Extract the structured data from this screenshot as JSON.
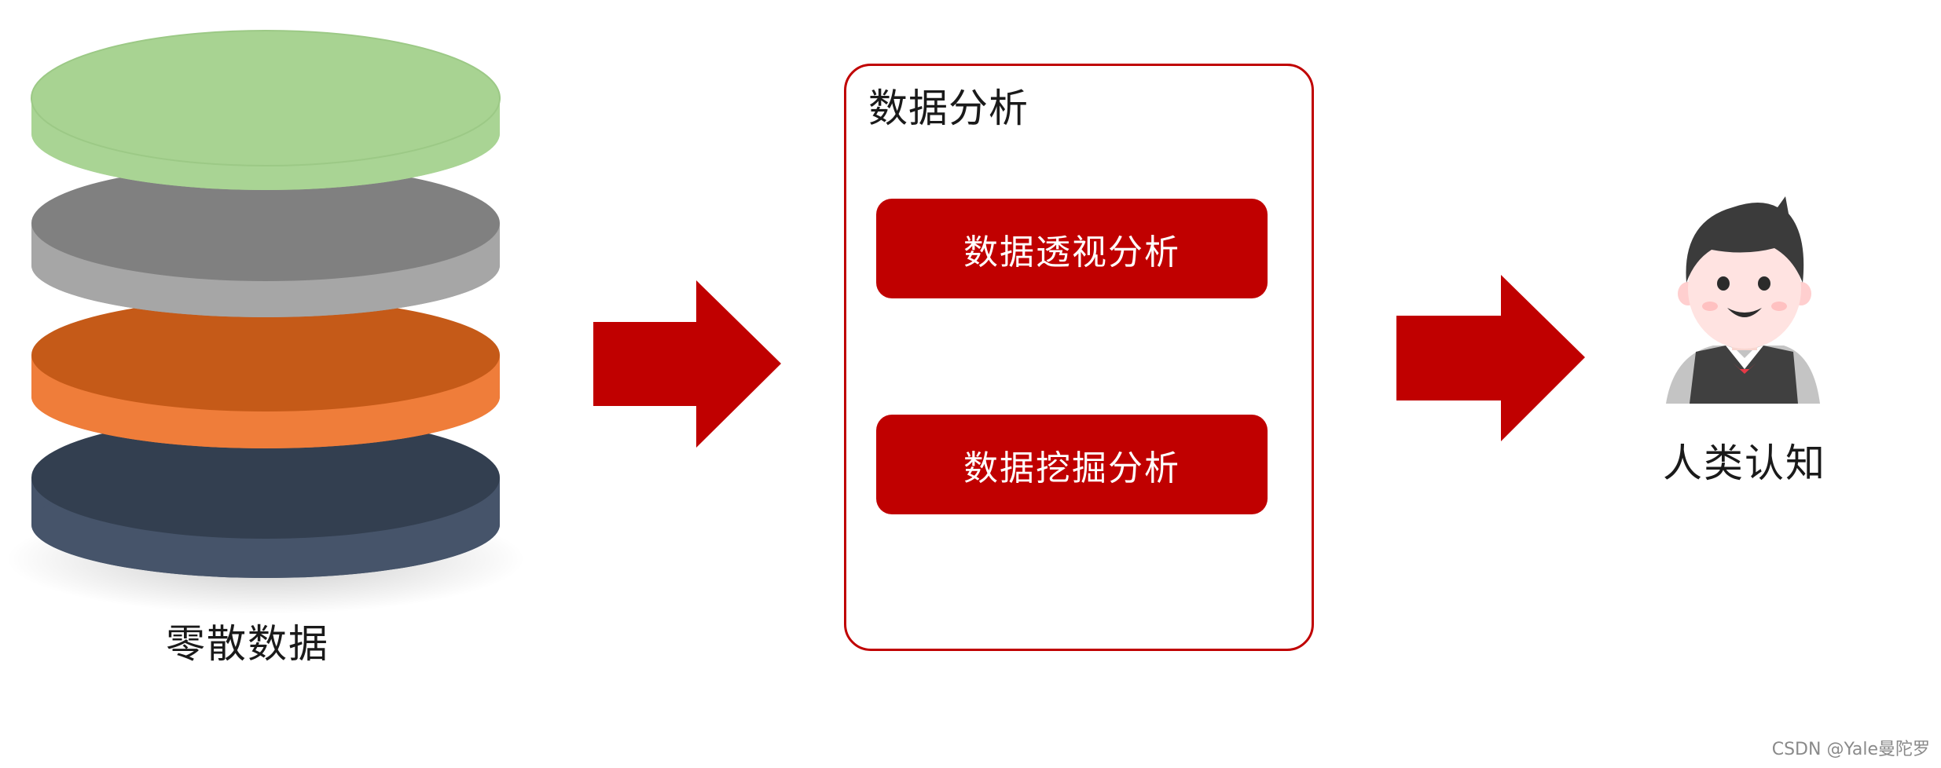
{
  "stack": {
    "label": "零散数据",
    "layers": [
      {
        "name": "green-layer",
        "top": "#a8d392",
        "side": "#9ccb86",
        "rim": "#8fc07a"
      },
      {
        "name": "gray-layer",
        "top": "#808080",
        "side": "#a6a6a6",
        "rim": "#767676"
      },
      {
        "name": "orange-layer",
        "top": "#c55a18",
        "side": "#ef7d3a",
        "rim": "#b24f13"
      },
      {
        "name": "navy-layer",
        "top": "#333f50",
        "side": "#46546a",
        "rim": "#2a3443"
      }
    ]
  },
  "analysis": {
    "title": "数据分析",
    "methods": [
      "数据透视分析",
      "数据挖掘分析"
    ]
  },
  "human": {
    "label": "人类认知"
  },
  "colors": {
    "accent": "#c00000"
  },
  "watermark": "CSDN @Yale曼陀罗"
}
